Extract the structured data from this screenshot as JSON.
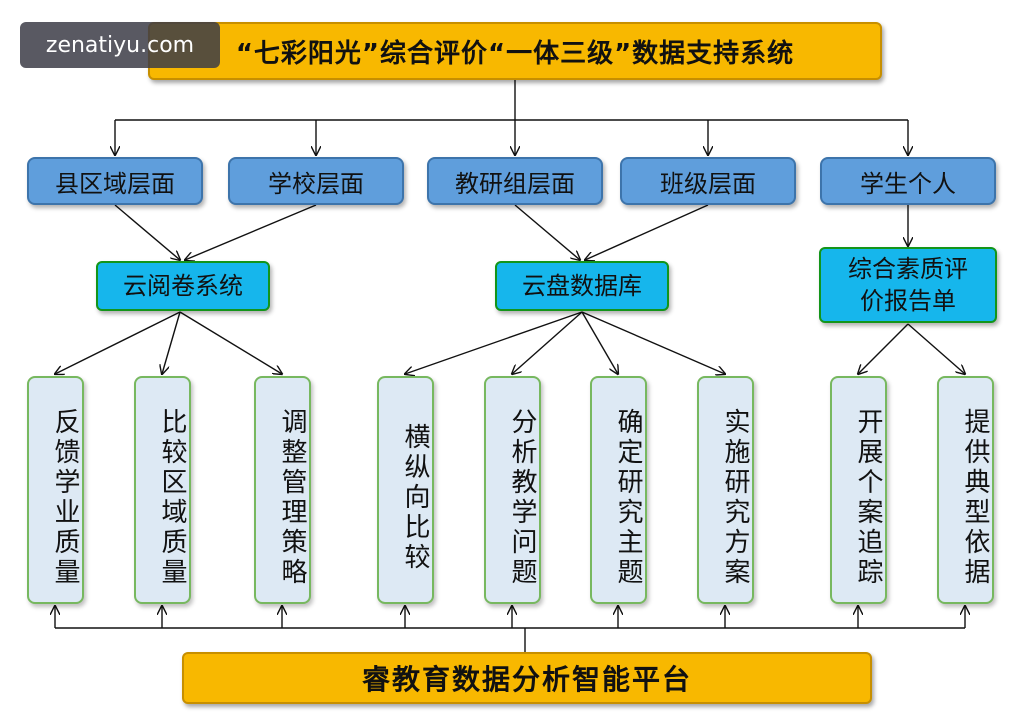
{
  "watermark": "zenatiyu.com",
  "title": "“七彩阳光”综合评价“一体三级”数据支持系统",
  "levels": [
    "县区域层面",
    "学校层面",
    "教研组层面",
    "班级层面",
    "学生个人"
  ],
  "systems": [
    "云阅卷系统",
    "云盘数据库",
    "综合素质评价报告单"
  ],
  "leaves": [
    "反馈学业质量",
    "比较区域质量",
    "调整管理策略",
    "横纵向比较",
    "分析教学问题",
    "确定研究主题",
    "实施研究方案",
    "开展个案追踪",
    "提供典型依据"
  ],
  "platform": "睿教育数据分析智能平台",
  "colors": {
    "title_fill": "#f8b800",
    "level_fill": "#5f9edc",
    "system_fill": "#16b6ec",
    "leaf_fill": "#dde9f4",
    "leaf_border": "#77b85f"
  }
}
